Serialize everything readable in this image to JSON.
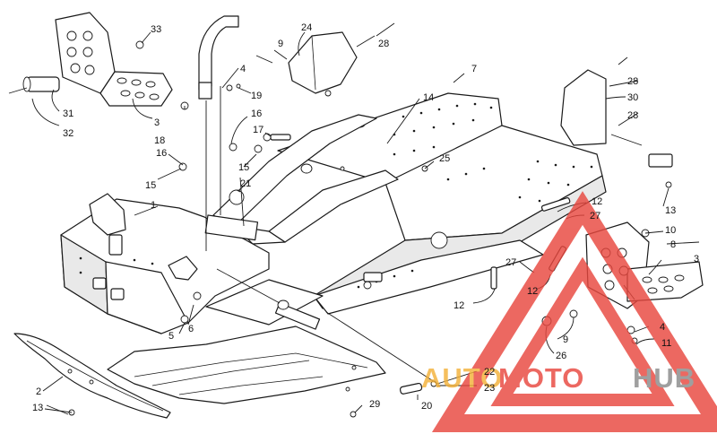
{
  "diagram": {
    "title": "",
    "callouts": {
      "c1": "1",
      "c2": "2",
      "c3a": "3",
      "c3b": "3",
      "c4a": "4",
      "c4b": "4",
      "c5": "5",
      "c6": "6",
      "c7": "7",
      "c8": "8",
      "c9a": "9",
      "c9b": "9",
      "c10": "10",
      "c11": "11",
      "c12a": "12",
      "c12b": "12",
      "c12c": "12",
      "c13a": "13",
      "c13b": "13",
      "c14": "14",
      "c15a": "15",
      "c15b": "15",
      "c16a": "16",
      "c16b": "16",
      "c17": "17",
      "c18": "18",
      "c19": "19",
      "c20": "20",
      "c21": "21",
      "c22": "22",
      "c23": "23",
      "c24": "24",
      "c25": "25",
      "c26": "26",
      "c27a": "27",
      "c27b": "27",
      "c28a": "28",
      "c28b": "28",
      "c28c": "28",
      "c29": "29",
      "c30": "30",
      "c31": "31",
      "c32": "32",
      "c33": "33"
    }
  },
  "watermark": {
    "brand_part1": "AUTO",
    "brand_part2": "MOTO",
    "brand_part3": "HUB",
    "colors": {
      "red": "#e8483f",
      "orange": "#f4b23a",
      "grey": "#8a8a8a"
    }
  }
}
